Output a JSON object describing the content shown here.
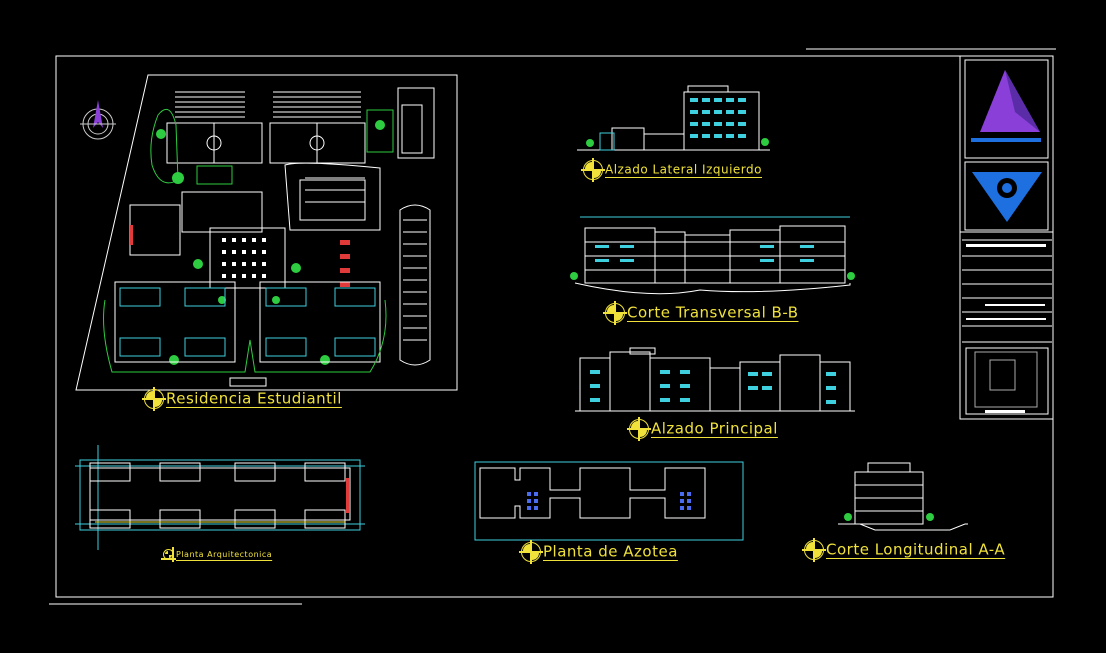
{
  "drawing_titles": {
    "residencia": "Residencia Estudiantil",
    "alzado_lateral": "Alzado Lateral Izquierdo",
    "corte_transversal": "Corte Transversal B-B",
    "alzado_principal": "Alzado Principal",
    "planta_arquitectonica": "Planta Arquitectonica",
    "planta_azotea": "Planta de Azotea",
    "corte_longitudinal": "Corte Longitudinal A-A"
  },
  "colors": {
    "background": "#000000",
    "frame": "#ffffff",
    "title_yellow": "#f0e23a",
    "lines_cyan": "#3fd0e0",
    "lines_green": "#2ecc40",
    "lines_red": "#e03a3a",
    "logo_purple": "#8a3fd8",
    "logo_blue": "#1e6fe0"
  }
}
